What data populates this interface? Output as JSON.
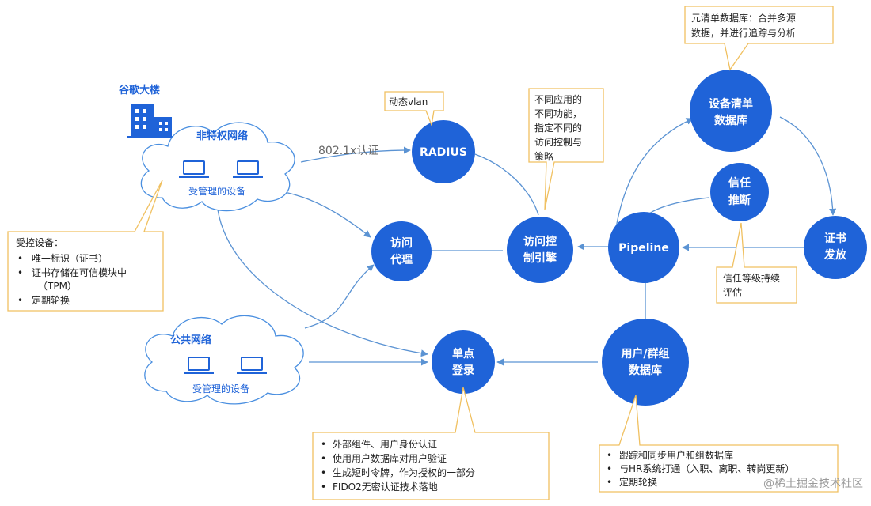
{
  "building": {
    "label": "谷歌大楼"
  },
  "clouds": {
    "private_network": {
      "title": "非特权网络",
      "device_label": "受管理的设备"
    },
    "public_network": {
      "title": "公共网络",
      "device_label": "受管理的设备"
    }
  },
  "edges": {
    "auth_label": "802.1x认证"
  },
  "nodes": {
    "radius": {
      "label": "RADIUS"
    },
    "access_proxy": {
      "line1": "访问",
      "line2": "代理"
    },
    "access_engine": {
      "line1": "访问控",
      "line2": "制引擎"
    },
    "pipeline": {
      "label": "Pipeline"
    },
    "device_inventory": {
      "line1": "设备清单",
      "line2": "数据库"
    },
    "trust_inference": {
      "line1": "信任",
      "line2": "推断"
    },
    "cert_issue": {
      "line1": "证书",
      "line2": "发放"
    },
    "sso": {
      "line1": "单点",
      "line2": "登录"
    },
    "user_group_db": {
      "line1": "用户/群组",
      "line2": "数据库"
    }
  },
  "callouts": {
    "dynamic_vlan": {
      "text": "动态vlan"
    },
    "access_engine_note": {
      "lines": [
        "不同应用的",
        "不同功能，",
        "指定不同的",
        "访问控制与",
        "策略"
      ]
    },
    "inventory_note": {
      "lines": [
        "元清单数据库：合并多源",
        "数据，并进行追踪与分析"
      ]
    },
    "trust_level_note": {
      "lines": [
        "信任等级持续",
        "评估"
      ]
    },
    "controlled_devices": {
      "title": "受控设备：",
      "items": [
        "唯一标识（证书）",
        "证书存储在可信模块中",
        "（TPM）",
        "定期轮换"
      ]
    },
    "sso_note": {
      "items": [
        "外部组件、用户身份认证",
        "使用用户数据库对用户验证",
        "生成短时令牌，作为授权的一部分",
        "FIDO2无密认证技术落地"
      ]
    },
    "user_db_note": {
      "items": [
        "跟踪和同步用户和组数据库",
        "与HR系统打通（入职、离职、转岗更新）",
        "定期轮换"
      ]
    }
  },
  "watermark": {
    "text": "@稀土掘金技术社区"
  },
  "colors": {
    "node_blue": "#1f63d8",
    "callout_border": "#f0c060",
    "cloud_border": "#4a8fe0",
    "edge_line": "#5b93d3"
  }
}
